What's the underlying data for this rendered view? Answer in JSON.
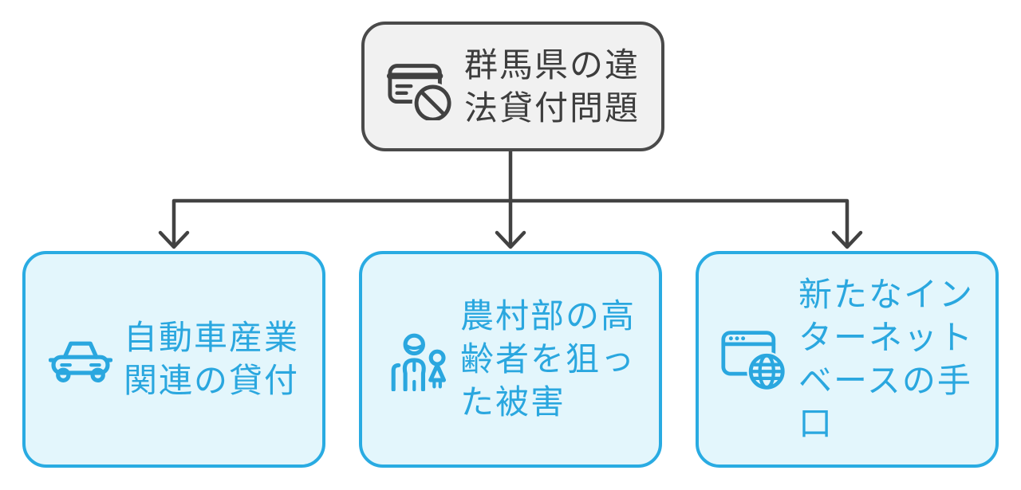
{
  "diagram": {
    "root": {
      "label": "群馬県の違法貸付問題",
      "lines": [
        "群馬県の違",
        "法貸付問題"
      ],
      "icon": "credit-card-blocked-icon"
    },
    "children": [
      {
        "label": "自動車産業関連の貸付",
        "lines": [
          "自動車産業",
          "関連の貸付"
        ],
        "icon": "car-icon"
      },
      {
        "label": "農村部の高齢者を狙った被害",
        "lines": [
          "農村部の高",
          "齢者を狙っ",
          "た被害"
        ],
        "icon": "elderly-people-icon"
      },
      {
        "label": "新たなインターネットベースの手口",
        "lines": [
          "新たなイン",
          "ターネット",
          "ベースの手",
          "口"
        ],
        "icon": "browser-globe-icon"
      }
    ],
    "colors": {
      "background": "#ffffff",
      "root_fill": "#f1f1f1",
      "root_border": "#4a4a4a",
      "root_text": "#3d3d3d",
      "root_icon": "#414141",
      "child_fill": "#e3f6fc",
      "child_border": "#29abe2",
      "child_text": "#2aa7df",
      "connector": "#424242"
    }
  }
}
